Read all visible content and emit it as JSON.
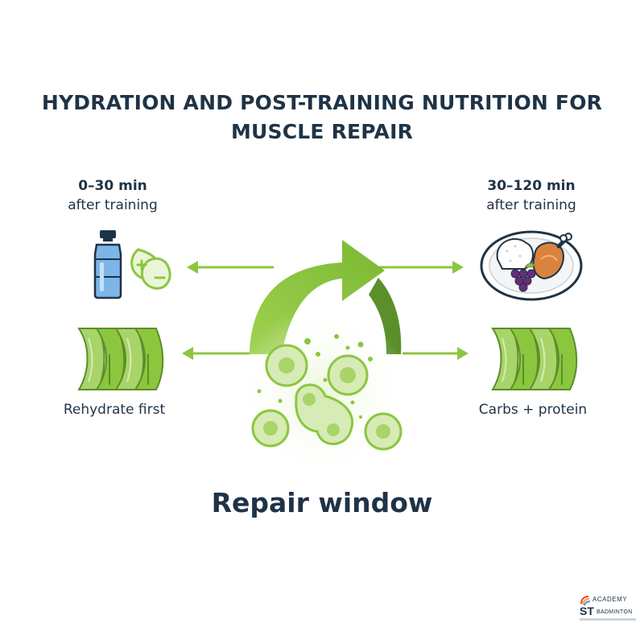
{
  "title": {
    "line1": "HYDRATION AND POST-TRAINING NUTRITION FOR",
    "line2": "MUSCLE REPAIR"
  },
  "left_phase": {
    "time": "0–30 min",
    "sub": "after training",
    "caption": "Rehydrate first",
    "icons": [
      "water-bottle-icon",
      "electrolyte-drop-icon",
      "muscle-fibers-icon"
    ]
  },
  "right_phase": {
    "time": "30–120 min",
    "sub": "after training",
    "caption": "Carbs + protein",
    "icons": [
      "meal-plate-icon",
      "muscle-fibers-icon"
    ]
  },
  "center": {
    "label": "Repair window",
    "icons": [
      "curved-arrow-icon",
      "muscle-cells-icon"
    ]
  },
  "logo": {
    "academy": "ACADEMY",
    "st": "ST",
    "badminton": "BADMINTON"
  },
  "colors": {
    "accent_green": "#8cc63f",
    "dark_green": "#5a8f29",
    "light_green": "#d6ebb5",
    "text_navy": "#1f3346",
    "bottle_blue": "#4a90d9",
    "meat_orange": "#d9833f",
    "grape_purple": "#6b2c7a"
  }
}
